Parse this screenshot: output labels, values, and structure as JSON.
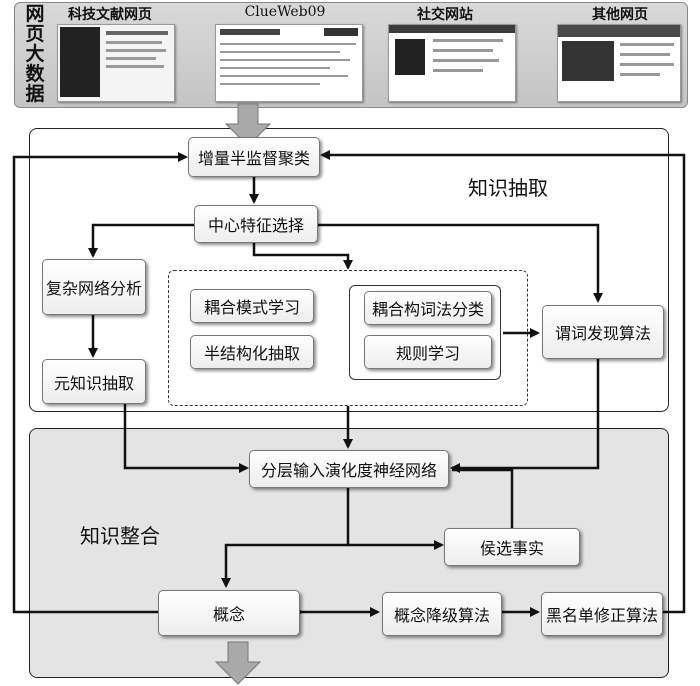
{
  "sources": {
    "title_chars": [
      "网",
      "页",
      "大",
      "数",
      "据"
    ],
    "items": [
      {
        "label": "科技文献网页"
      },
      {
        "label": "ClueWeb09"
      },
      {
        "label": "社交网站"
      },
      {
        "label": "其他网页"
      }
    ]
  },
  "sections": {
    "extraction": "知识抽取",
    "integration": "知识整合"
  },
  "nodes": {
    "incremental_clustering": "增量半监督聚类",
    "center_feature": "中心特征选择",
    "complex_network": "复杂网络分析",
    "meta_knowledge": "元知识抽取",
    "coupled_pattern": "耦合模式学习",
    "semi_structured": "半结构化抽取",
    "coupled_lexical": "耦合构词法分类",
    "rule_learning": "规则学习",
    "predicate_discovery": "谓词发现算法",
    "layered_network": "分层输入演化度神经网络",
    "candidate_facts": "侯选事实",
    "concept": "概念",
    "concept_downgrade": "概念降级算法",
    "blacklist_correction": "黑名单修正算法"
  }
}
